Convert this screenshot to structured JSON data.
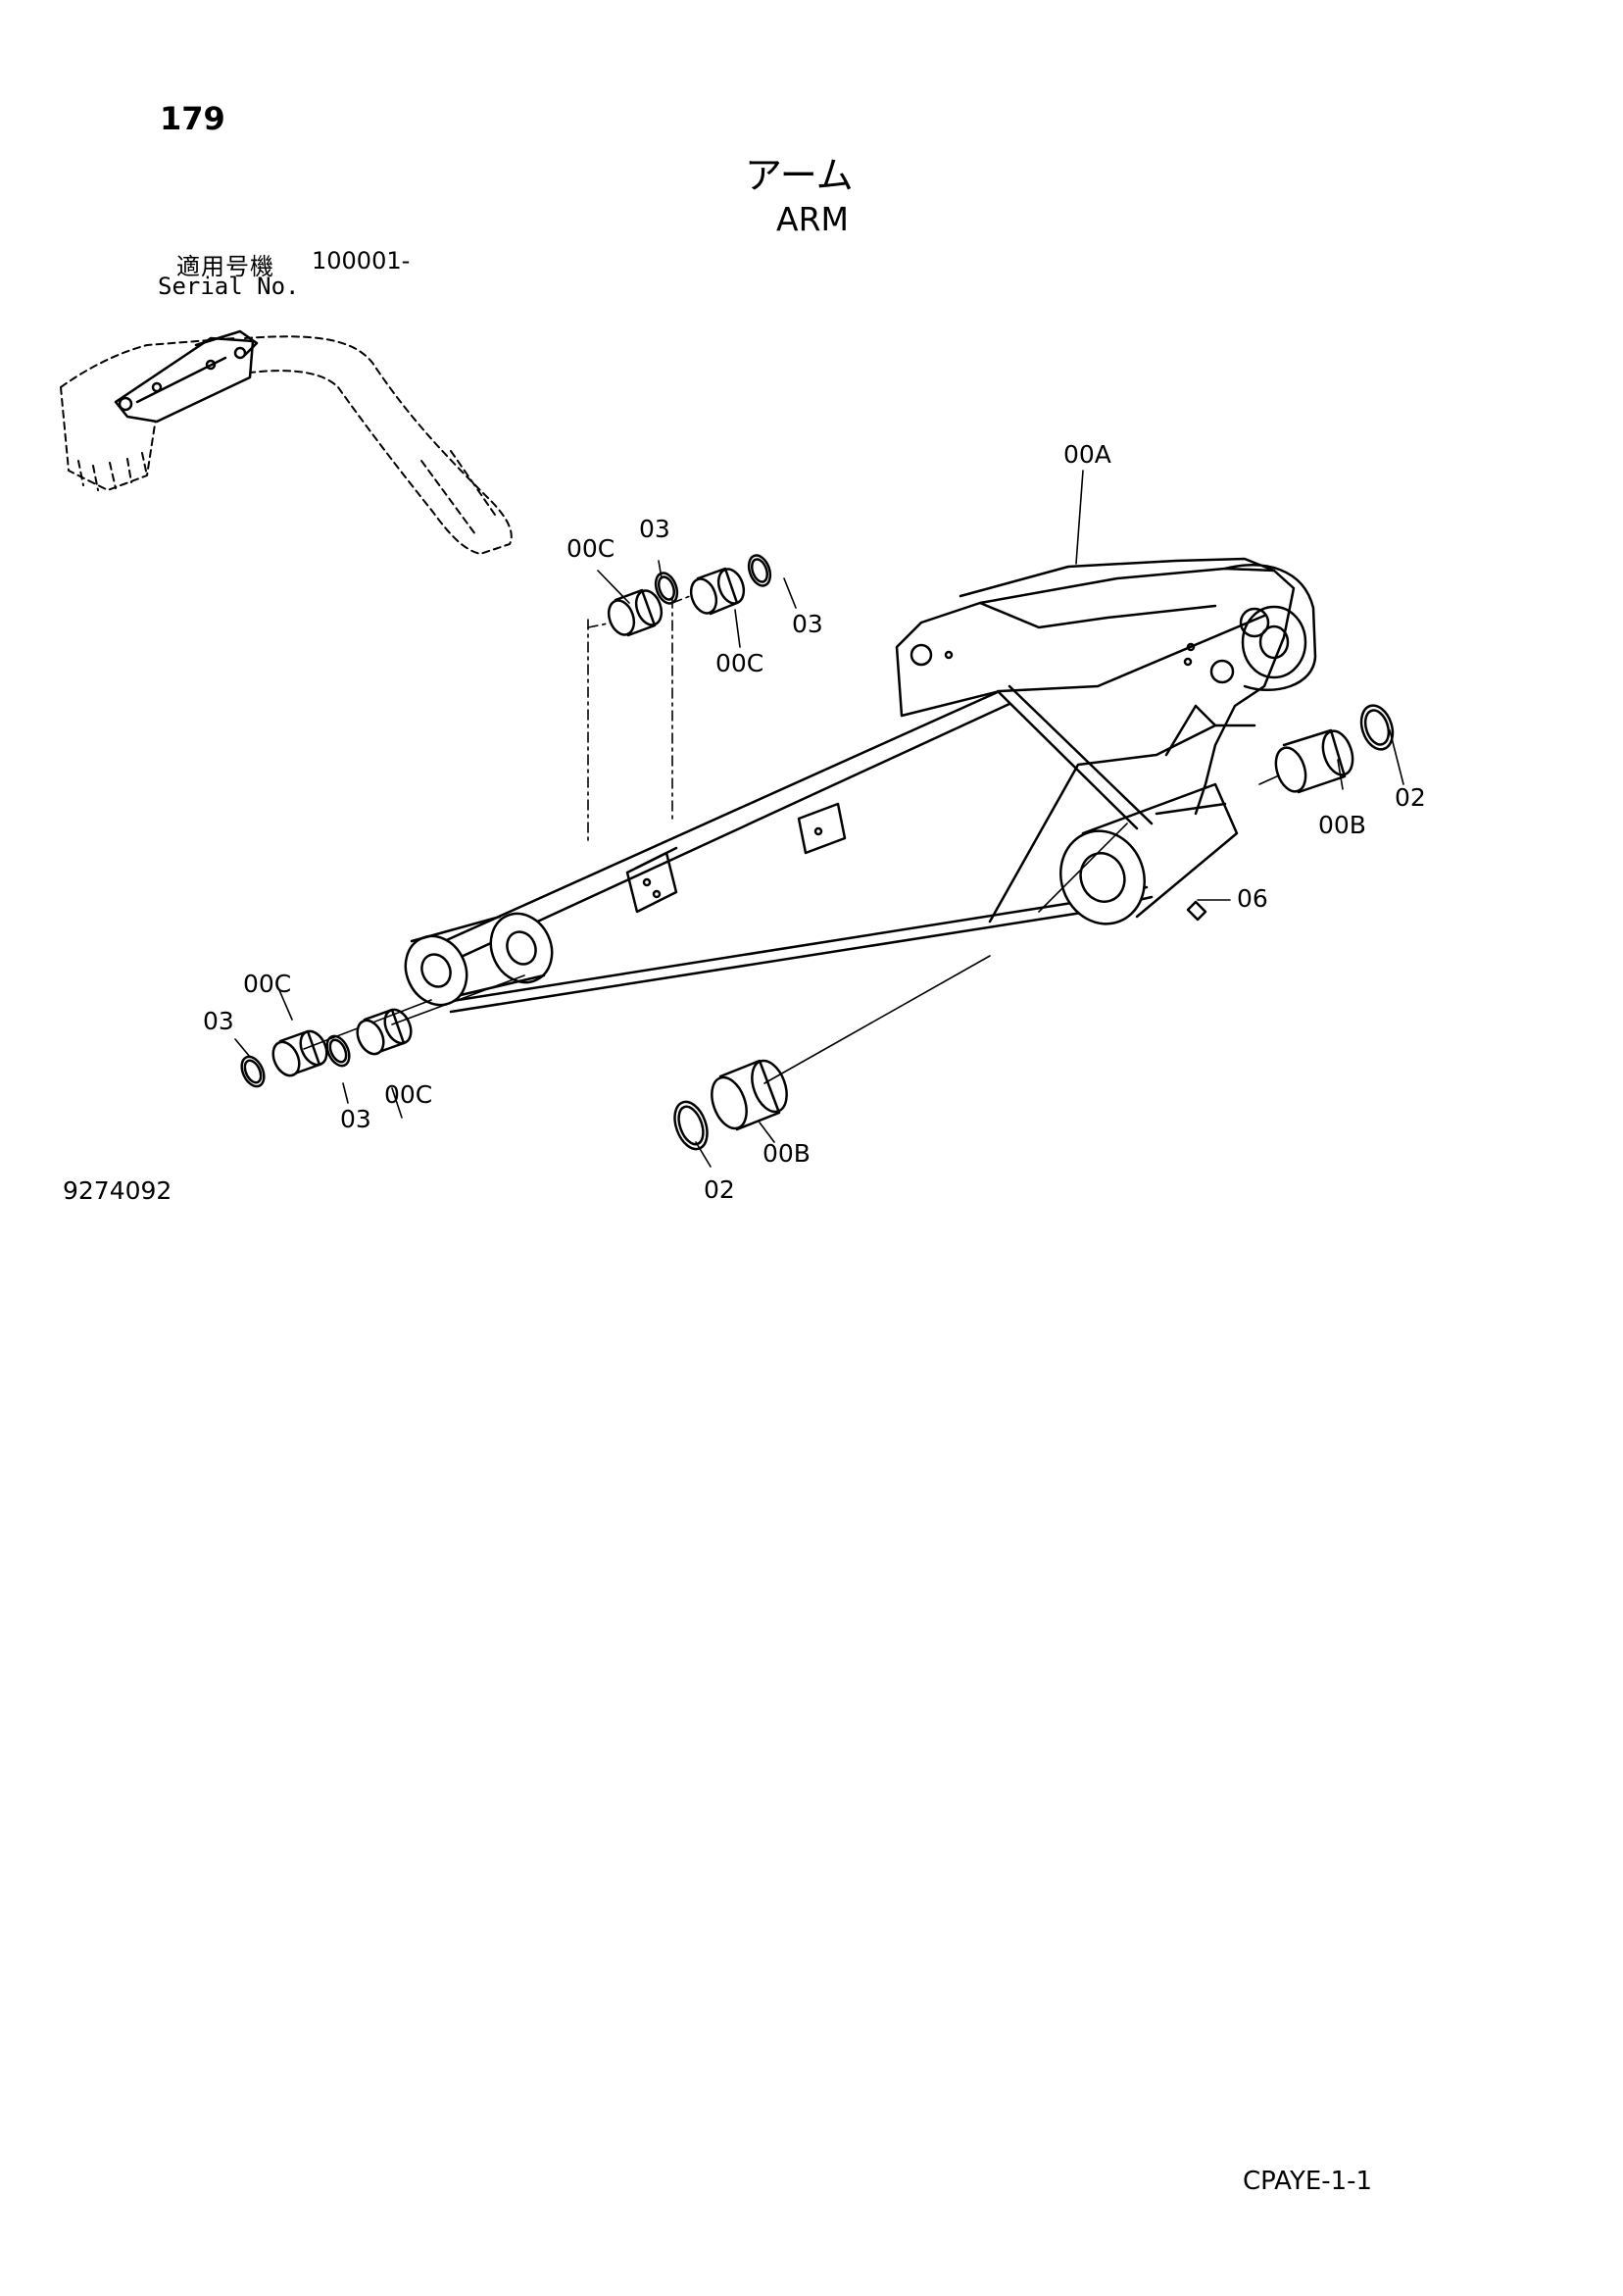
{
  "page": {
    "number": "179",
    "title_jp": "アーム",
    "title_en": "ARM",
    "serial_label_jp": "適用号機",
    "serial_label_en": "Serial No.",
    "serial_value": "100001-",
    "drawing_number": "9274092",
    "sheet_code": "CPAYE-1-1"
  },
  "callouts": {
    "c_00A": "00A",
    "c_00C_top_left": "00C",
    "c_03_top_left": "03",
    "c_00C_top_right": "00C",
    "c_03_top_right": "03",
    "c_00B_right": "00B",
    "c_02_right": "02",
    "c_06": "06",
    "c_00C_bottom_left": "00C",
    "c_03_bottom_left": "03",
    "c_03_bottom_mid": "03",
    "c_00C_bottom_right": "00C",
    "c_00B_bottom": "00B",
    "c_02_bottom": "02"
  }
}
